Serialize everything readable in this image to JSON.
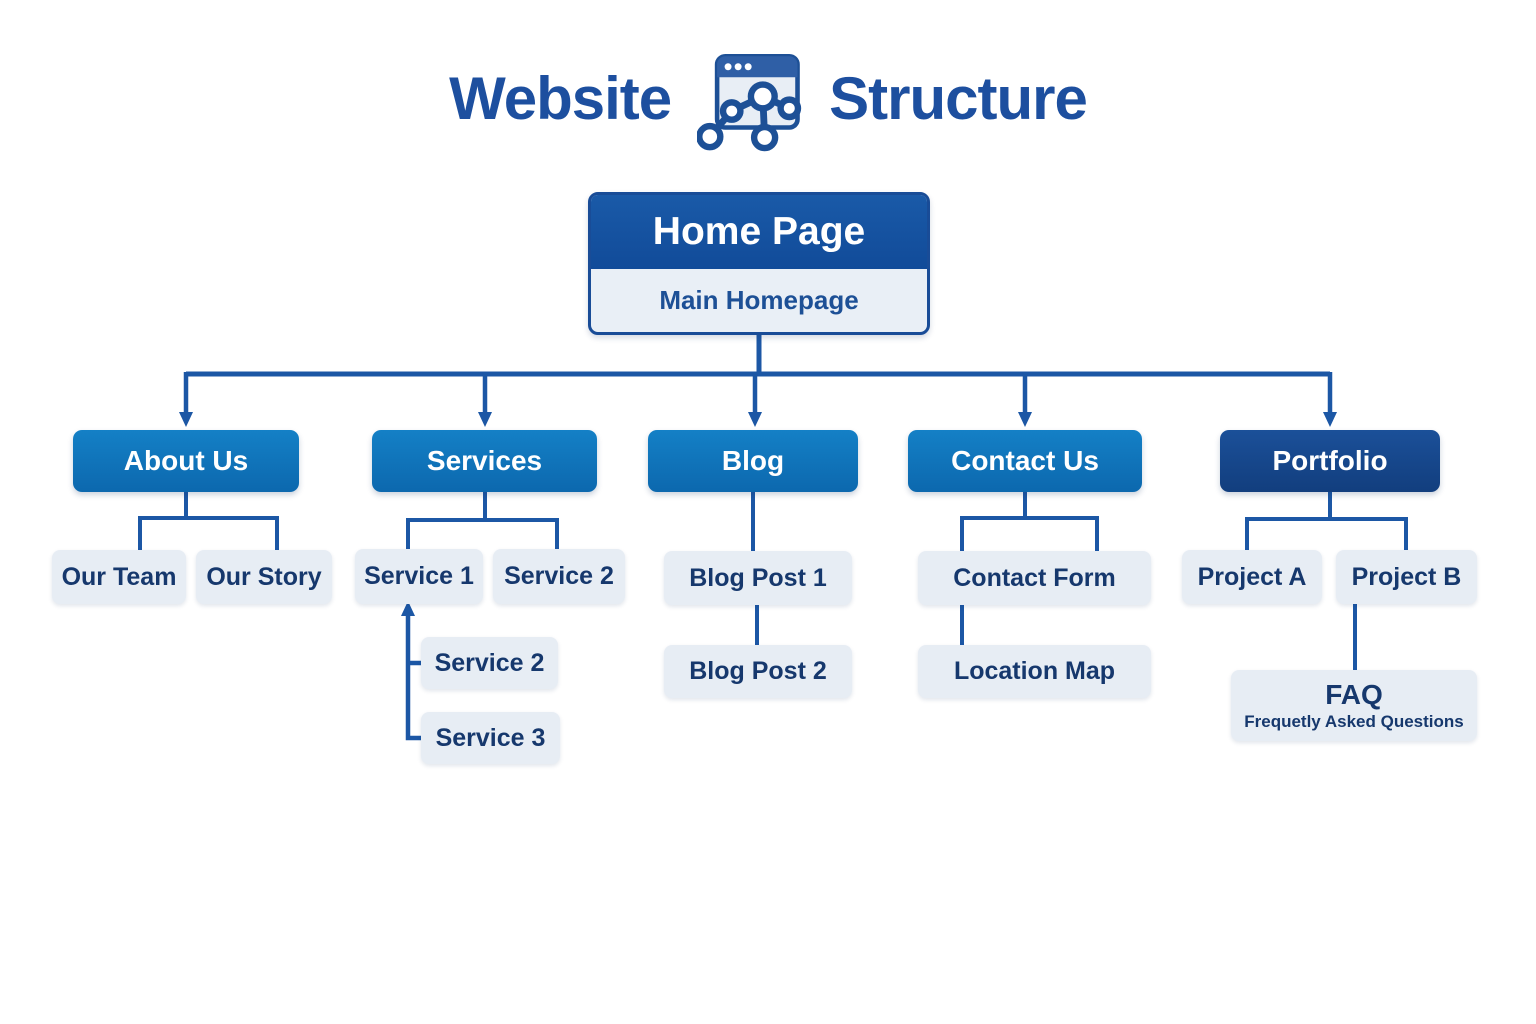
{
  "title": {
    "word_left": "Website",
    "word_right": "Structure",
    "icon": "sitemap-browser-icon"
  },
  "colors": {
    "title_text": "#1d4f9f",
    "branch_node": "#0f72ba",
    "branch_node_dark": "#17498f",
    "home_header": "#1253a1",
    "home_body_bg": "#e9eff6",
    "leaf_bg": "#e7edf4",
    "leaf_text": "#16386d",
    "connector": "#1c57a5",
    "node_text": "#ffffff"
  },
  "sitemap": {
    "root": {
      "title": "Home Page",
      "subtitle": "Main Homepage"
    },
    "branches": [
      {
        "label": "About Us",
        "children": [
          {
            "label": "Our Team"
          },
          {
            "label": "Our Story"
          }
        ]
      },
      {
        "label": "Services",
        "children": [
          {
            "label": "Service 1",
            "children": [
              {
                "label": "Service 2"
              },
              {
                "label": "Service 3"
              }
            ]
          },
          {
            "label": "Service 2"
          }
        ]
      },
      {
        "label": "Blog",
        "children": [
          {
            "label": "Blog Post 1",
            "children": [
              {
                "label": "Blog Post 2"
              }
            ]
          }
        ]
      },
      {
        "label": "Contact Us",
        "children": [
          {
            "label": "Contact Form",
            "children": [
              {
                "label": "Location Map"
              }
            ]
          }
        ]
      },
      {
        "label": "Portfolio",
        "children": [
          {
            "label": "Project A"
          },
          {
            "label": "Project B",
            "children": [
              {
                "label": "FAQ",
                "sublabel": "Frequetly Asked Questions"
              }
            ]
          }
        ]
      }
    ]
  }
}
